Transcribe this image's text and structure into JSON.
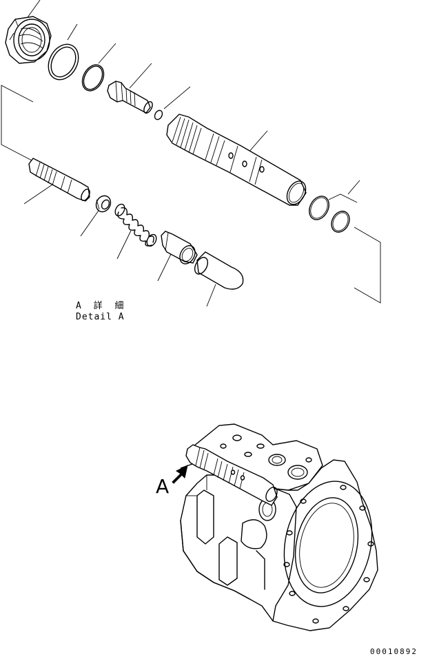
{
  "detail": {
    "title_jp": "A 詳 細",
    "title_en": "Detail A"
  },
  "view_marker": {
    "letter": "A"
  },
  "drawing_code": "00010892",
  "icons": {
    "view_arrow": "bold-arrow-icon"
  }
}
